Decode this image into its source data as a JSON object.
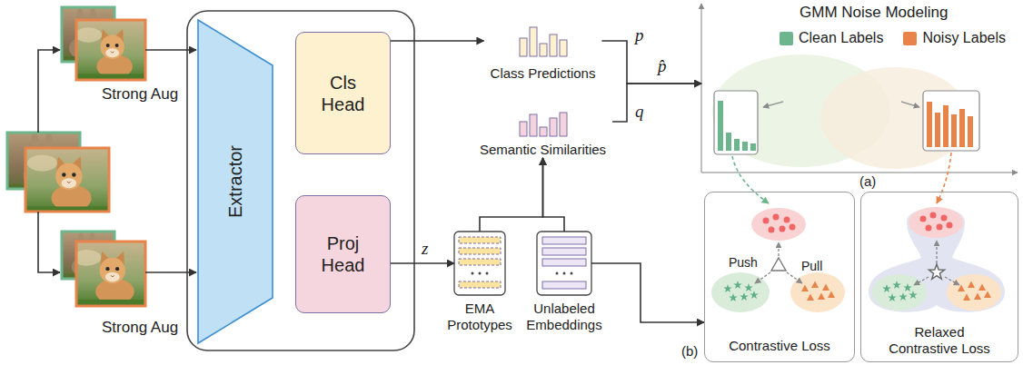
{
  "diagram": {
    "nodes": [
      {
        "text": [
          "Strong Aug"
        ]
      },
      {
        "text": [
          "Strong Aug"
        ]
      },
      {
        "text": [
          "Extractor"
        ]
      },
      {
        "text": [
          "Cls Head"
        ]
      },
      {
        "text": [
          "Proj Head"
        ]
      },
      {
        "text": [
          "Class Predictions"
        ]
      },
      {
        "text": [
          "Semantic Similarities"
        ]
      },
      {
        "text": [
          "EMA Prototypes"
        ]
      },
      {
        "text": [
          "Unlabeled Embeddings"
        ]
      },
      {
        "text": [
          "GMM Noise Modeling"
        ]
      },
      {
        "text": [
          "Push",
          "Pull",
          "Contrastive Loss"
        ]
      },
      {
        "text": [
          "Relaxed Contrastive Loss"
        ]
      }
    ],
    "edges": [
      {
        "from": 0,
        "to": 2,
        "arrow": "to"
      },
      {
        "from": 1,
        "to": 2,
        "arrow": "to"
      },
      {
        "from": 3,
        "to": 5,
        "arrow": "to"
      },
      {
        "from": 4,
        "to": 7,
        "label": "z",
        "arrow": "to"
      },
      {
        "from": 7,
        "to": 6,
        "arrow": "to"
      },
      {
        "from": 8,
        "to": 6,
        "arrow": "to"
      },
      {
        "from": 5,
        "to": 9,
        "label": "p",
        "arrow": "to"
      },
      {
        "from": 6,
        "to": 9,
        "label": "q",
        "arrow": "to"
      },
      {
        "from": 8,
        "to": 10,
        "arrow": "to"
      }
    ],
    "labels": [
      "p̂",
      "(a)",
      "(b)"
    ],
    "legend": [
      {
        "text": "Clean Labels",
        "color": "#6db58c"
      },
      {
        "text": "Noisy Labels",
        "color": "#e8834a"
      }
    ]
  }
}
